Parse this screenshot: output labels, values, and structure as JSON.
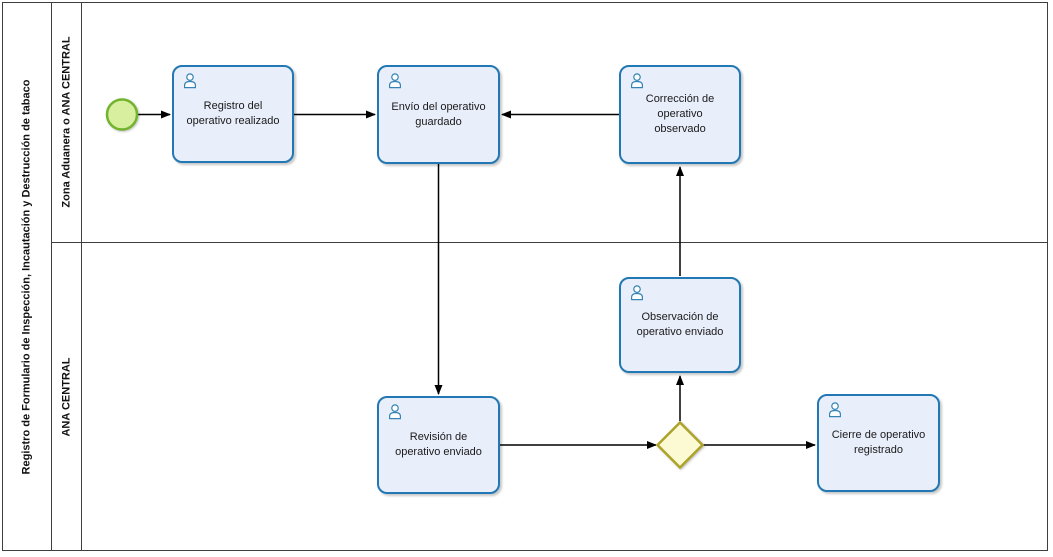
{
  "diagram": {
    "type": "bpmn-process",
    "pool": {
      "title": "Registro de Formulario de Inspección, Incautación y Destrucción de tabaco",
      "lanes": [
        {
          "label": "Zona Aduanera o ANA CENTRAL"
        },
        {
          "label": "ANA CENTRAL"
        }
      ]
    },
    "tasks": [
      {
        "label": "Registro del operativo realizado",
        "type": "user-task",
        "lane": "Zona Aduanera o ANA CENTRAL"
      },
      {
        "label": "Envío del operativo guardado",
        "type": "user-task",
        "lane": "Zona Aduanera o ANA CENTRAL"
      },
      {
        "label": "Corrección de operativo observado",
        "type": "user-task",
        "lane": "Zona Aduanera o ANA CENTRAL"
      },
      {
        "label": "Observación de operativo enviado",
        "type": "user-task",
        "lane": "ANA CENTRAL"
      },
      {
        "label": "Revisión de operativo enviado",
        "type": "user-task",
        "lane": "ANA CENTRAL"
      },
      {
        "label": "Cierre de operativo registrado",
        "type": "user-task",
        "lane": "ANA CENTRAL"
      }
    ],
    "events": [
      {
        "type": "start-event",
        "lane": "Zona Aduanera o ANA CENTRAL"
      }
    ],
    "gateways": [
      {
        "type": "exclusive-gateway",
        "lane": "ANA CENTRAL"
      }
    ],
    "flows": [
      {
        "from": "start-event",
        "to": "Registro del operativo realizado"
      },
      {
        "from": "Registro del operativo realizado",
        "to": "Envío del operativo guardado"
      },
      {
        "from": "Envío del operativo guardado",
        "to": "Revisión de operativo enviado"
      },
      {
        "from": "Revisión de operativo enviado",
        "to": "exclusive-gateway"
      },
      {
        "from": "exclusive-gateway",
        "to": "Observación de operativo enviado"
      },
      {
        "from": "exclusive-gateway",
        "to": "Cierre de operativo registrado"
      },
      {
        "from": "Observación de operativo enviado",
        "to": "Corrección de operativo observado"
      },
      {
        "from": "Corrección de operativo observado",
        "to": "Envío del operativo guardado"
      }
    ],
    "colors": {
      "task_fill": "#e9eefb",
      "task_border": "#2178b4",
      "task_icon": "#3584b5",
      "start_event_fill": "#d9efa0",
      "start_event_border": "#72b42d",
      "gateway_fill": "#fcfad2",
      "gateway_border": "#ada32a",
      "flow_line": "#000000",
      "pool_border": "#3f3f3f"
    }
  }
}
